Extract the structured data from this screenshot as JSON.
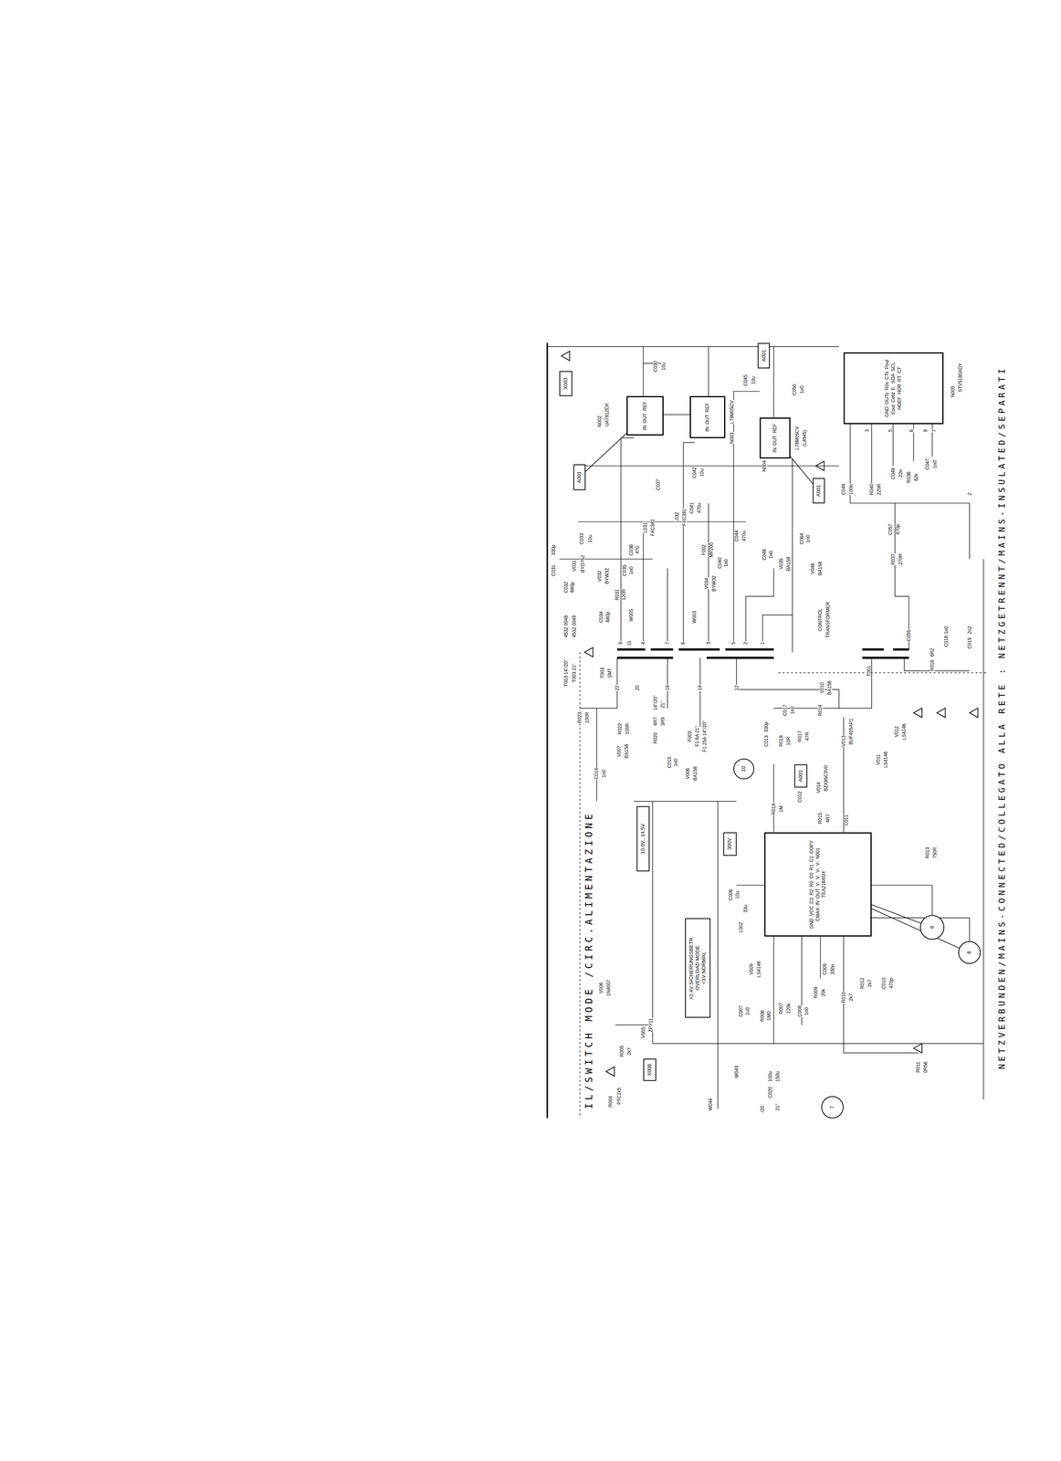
{
  "diagram": {
    "title": "IL/SWITCH MODE /CIRC.ALIMENTAZIONE",
    "caption": "NETZVERBUNDEN/MAINS-CONNECTED/COLLEGATO ALLA RETE : NETZGETRENNT/MAINS-INSULATED/SEPARATI",
    "nodes": [
      {
        "text": [
          "X003"
        ]
      },
      {
        "text": [
          "A001"
        ]
      },
      {
        "text": [
          "IN",
          "OUT",
          "REF"
        ]
      },
      {
        "text": [
          "A001"
        ]
      },
      {
        "text": [
          "IN",
          "OUT",
          "REF"
        ]
      },
      {
        "text": [
          "IN",
          "OUT",
          "REF"
        ]
      },
      {
        "text": [
          "A001"
        ]
      },
      {
        "text": [
          "GND",
          "OUTs",
          "R0s",
          "CTs",
          "Pout",
          "Eout",
          "Cefd",
          "E.",
          "SDA",
          "SCL",
          "HOEF",
          "HOR",
          "RT",
          "CT"
        ]
      },
      {
        "text": [
          "10.0V...14.5V"
        ]
      },
      {
        "text": [
          "300V"
        ]
      },
      {
        "text": [
          "10"
        ]
      },
      {
        "text": [
          "A001"
        ]
      },
      {
        "text": [
          ">2.4V SICHERUNGSBETR.",
          "OVERLOAD MODE",
          "<1V NORMAL"
        ]
      },
      {
        "text": [
          "GND",
          "VCC",
          "C2",
          "R2",
          "R0",
          "C0",
          "R1",
          "C1",
          "COPY",
          "CMAX",
          "IN",
          "OUT",
          "V-",
          "V-",
          "V-",
          "V-",
          "N001",
          "TEA2164SH"
        ]
      },
      {
        "text": [
          "9"
        ]
      },
      {
        "text": [
          "8"
        ]
      },
      {
        "text": [
          "X008"
        ]
      },
      {
        "text": [
          "7"
        ]
      }
    ],
    "edges": [
      {
        "from": 3,
        "to": 2,
        "arrow": "none"
      },
      {
        "from": 6,
        "to": 5,
        "arrow": "none"
      },
      {
        "from": 14,
        "to": 13,
        "arrow": "none"
      },
      {
        "from": 15,
        "to": 13,
        "arrow": "none"
      }
    ],
    "labels": [
      "C030",
      "10u",
      "N002",
      "UA7812CK",
      "C037",
      "C033",
      "10u",
      "C031",
      "330p",
      "V031",
      "BYD76J",
      "C032",
      "680p",
      "V032",
      "BYW32",
      "R031",
      "120R",
      "C034",
      "680p",
      "C035",
      "1n0",
      "C036",
      "470",
      "L031",
      "FXC381",
      "W005",
      "4532 0048",
      "4532 0049",
      "T003 14\"/20\"",
      "T003 21\"",
      "T003",
      "SMT",
      "9",
      "11",
      "4",
      "7",
      "6",
      "3",
      "5",
      "2",
      "1",
      "22",
      "20",
      "18",
      "14",
      "12",
      "W003",
      "N003",
      "L78M05CV",
      "C045",
      "10u",
      "C050",
      "1u0",
      "N004",
      "L78M05CV",
      "(L4945)",
      "C042",
      "10u",
      "C041",
      "470u",
      "L032",
      "FXC381",
      "F002",
      "MP200",
      "C040",
      "1n0",
      "V034",
      "BYW32",
      "C044",
      "470u",
      "C046",
      "1n0",
      "V035",
      "BA158",
      "C064",
      "1n0",
      "V046",
      "BA158",
      "R037",
      "270R",
      "CONTROL",
      "TRANSFORMER",
      "N005",
      "STV5180ADY",
      "C049",
      "100n",
      "R040",
      "220R",
      "C048",
      "22n",
      "R036",
      "82k",
      "C047",
      "1n0",
      "C057",
      "470p",
      "2",
      "3",
      "5",
      "6",
      "8",
      "7",
      "C055",
      "T001",
      "R016",
      "6R2",
      "C018",
      "1n0",
      "C019",
      "2n2",
      "V010",
      "BA158",
      "R014",
      "C017",
      "1n0",
      "R018",
      "10R",
      "C013",
      "330p",
      "R017",
      "47R",
      "V013",
      "BUF405AP1",
      "V014",
      "BZX85C3V0",
      "C012",
      "R019",
      "1M",
      "R015",
      "4R7",
      "C011",
      "V011",
      "LS4146",
      "V012",
      "LS4146",
      "R013",
      "750R",
      "R023",
      "100R",
      "R022",
      "100R",
      "C014",
      "1n0",
      "V007",
      "BA158",
      "R020",
      "4R7",
      "3R9",
      "14\"/20\"",
      "21\"",
      "F003",
      "F1.6A 21\"",
      "F1.25A 14\"/20\"",
      "C015",
      "1n0",
      "V006",
      "BA158",
      "L002",
      "33u",
      "C006",
      "10u",
      "V009",
      "LS4148",
      "C007",
      "1u0",
      "R006",
      "1M0",
      "R007",
      "120k",
      "C008",
      "1n0",
      "R009",
      "20k",
      "C009",
      "330n",
      "R010",
      "2k7",
      "R012",
      "2k7",
      "C010",
      "470p",
      "R011",
      "0R56",
      "V006",
      "1N4007",
      "V005",
      "ZPY11",
      "R005",
      "2k7",
      "R004",
      "PTC1k5",
      "W044",
      "W043",
      "C020",
      "100u",
      "150u",
      "/20",
      "21\""
    ]
  }
}
